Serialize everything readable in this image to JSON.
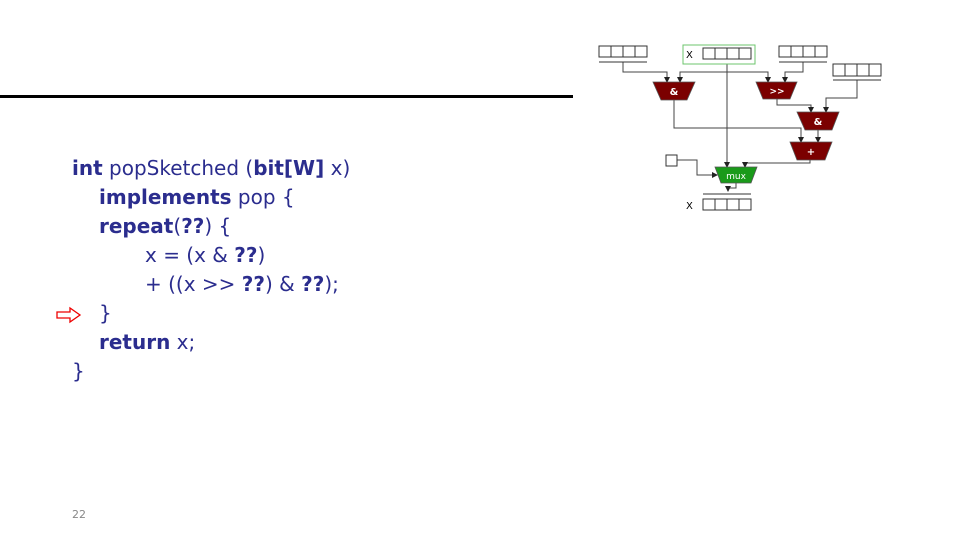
{
  "code": {
    "l1": {
      "kw": "int",
      "rest": " popSketched (",
      "kw2": "bit[W]",
      "rest2": " x)"
    },
    "l2": {
      "kw": "implements",
      "rest": " pop {"
    },
    "l3": {
      "kw": "repeat",
      "p1": "(",
      "q": "??",
      "p2": ") {"
    },
    "l4": {
      "a": "x = (x & ",
      "q": "??",
      "b": ")"
    },
    "l5": {
      "a": "+ ((x >> ",
      "q1": "??",
      "b": ") & ",
      "q2": "??",
      "c": ");"
    },
    "l6": "}",
    "l7": {
      "kw": "return",
      "rest": " x;"
    },
    "l8": "}"
  },
  "diagram": {
    "input_label": "X",
    "output_label": "X",
    "op_and": "&",
    "op_shift": ">>",
    "op_and2": "&",
    "op_plus": "+",
    "op_mux": "mux",
    "colors": {
      "op": "#7b0000",
      "mux": "#1a9a1a",
      "highlight": "#6cc46c"
    }
  },
  "page_number": "22"
}
